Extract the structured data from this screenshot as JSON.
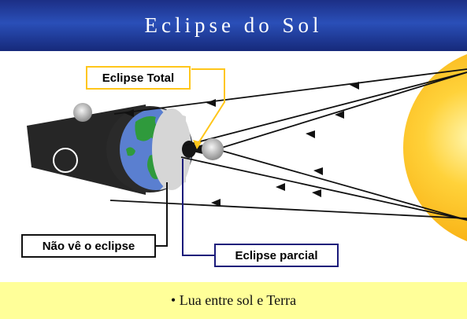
{
  "slide": {
    "title": "Eclipse do Sol",
    "bullet": "• Lua entre sol e Terra"
  },
  "labels": {
    "total": "Eclipse Total",
    "nao_ve": "Não vê o eclipse",
    "parcial": "Eclipse parcial"
  },
  "colors": {
    "title_bar": "#1c2f86",
    "bottom_bar": "#ffff99",
    "sun": "#ffb300",
    "earth_ocean": "#5a7fd0",
    "earth_land": "#2f9a3c",
    "shadow": "#222222",
    "total_callout": "#ffc61a",
    "parcial_callout": "#1a1a7a"
  }
}
